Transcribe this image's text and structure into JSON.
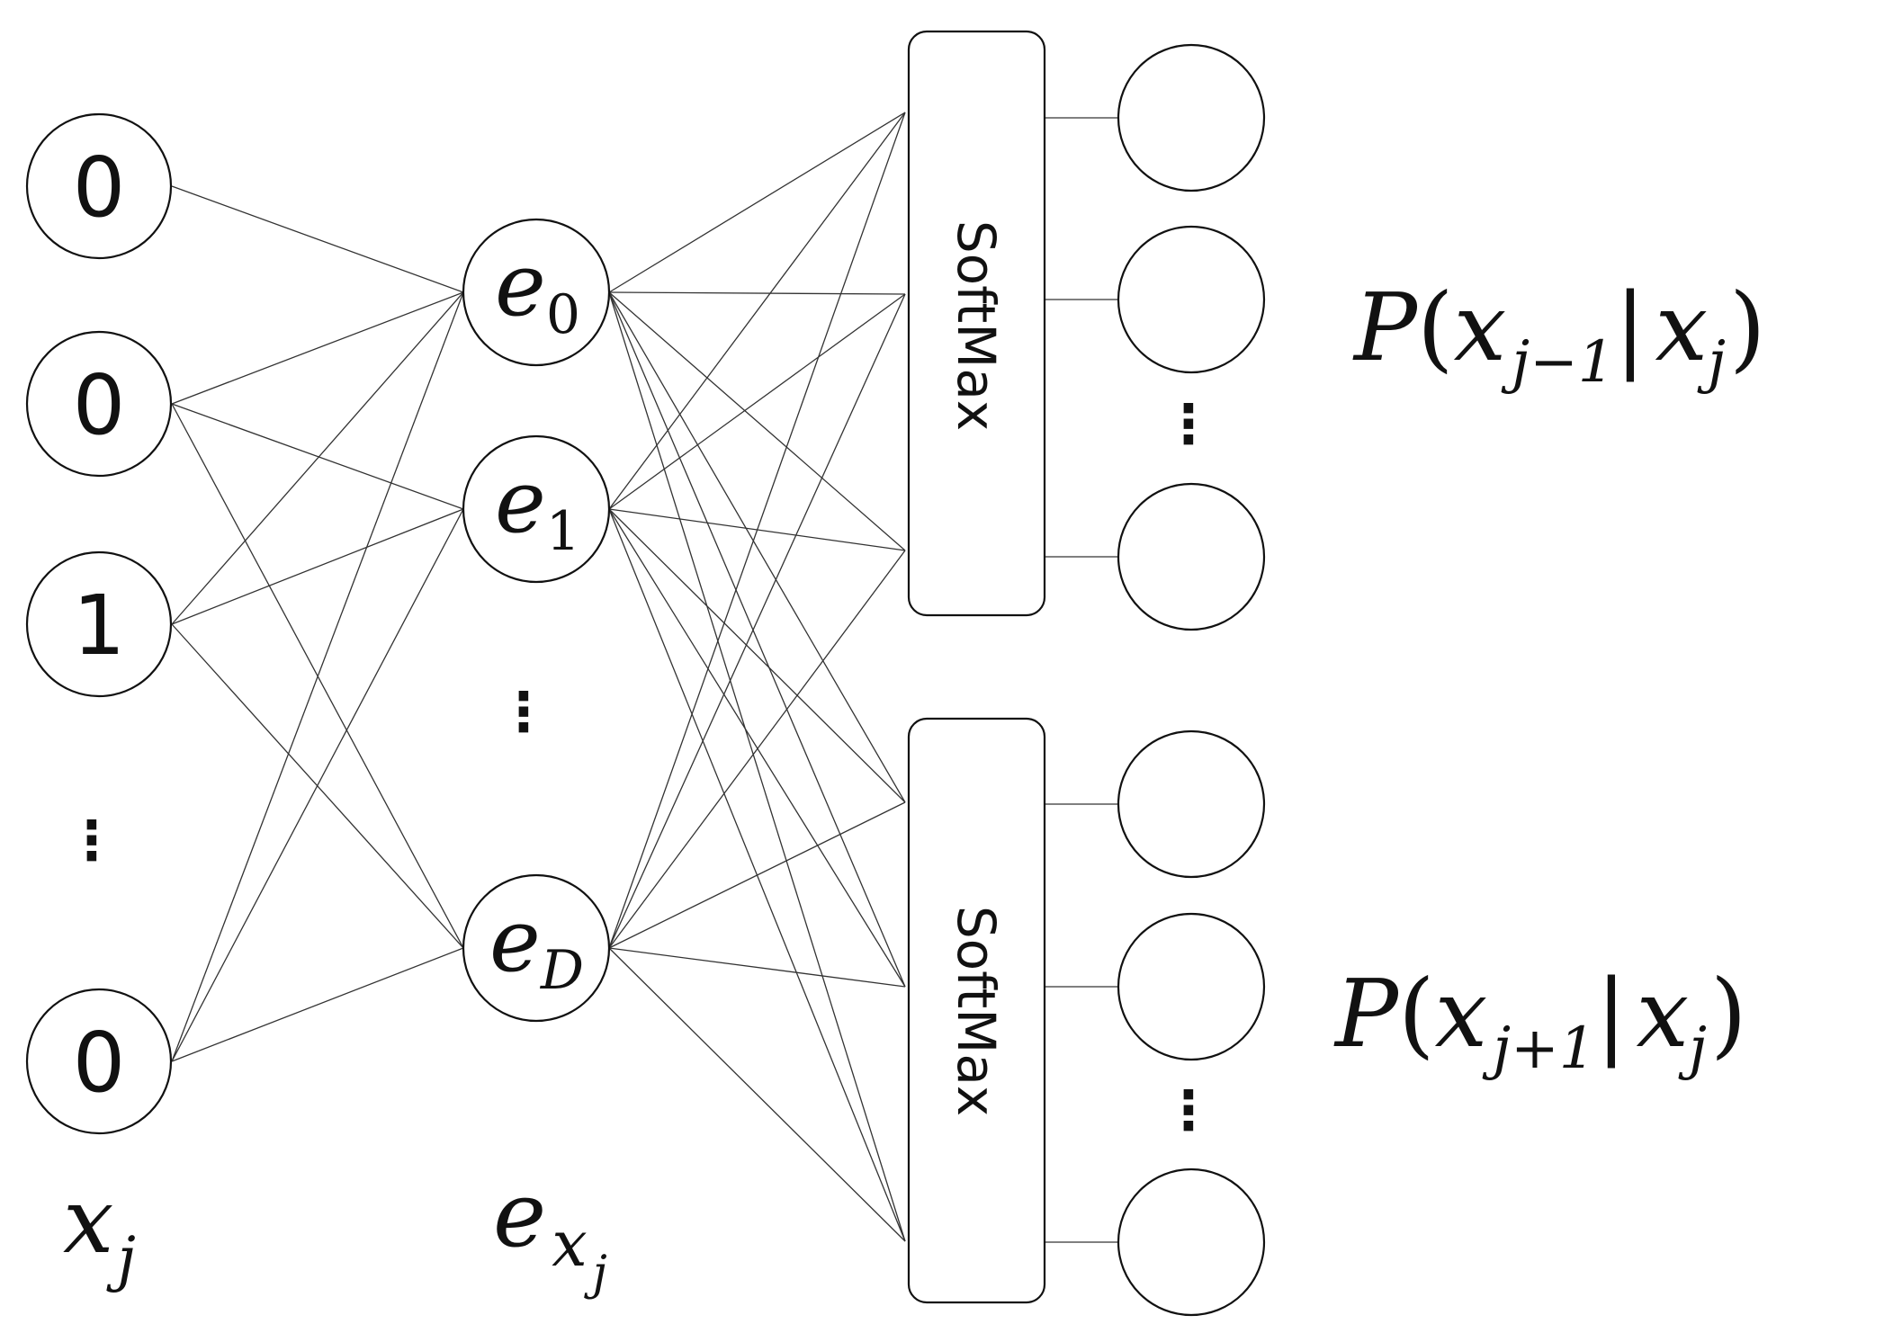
{
  "input_layer": {
    "node_values": [
      "0",
      "0",
      "1",
      "0"
    ],
    "ellipsis": "⋮",
    "label": {
      "var": "x",
      "sub": "j"
    }
  },
  "embedding_layer": {
    "nodes": [
      {
        "var": "e",
        "sub": "0"
      },
      {
        "var": "e",
        "sub": "1"
      },
      {
        "var": "e",
        "sub": "D"
      }
    ],
    "ellipsis": "⋮",
    "label": {
      "var": "e",
      "sub": "x",
      "subsub": "j"
    }
  },
  "softmax_blocks": [
    {
      "label": "SoftMax",
      "ellipsis": "⋮"
    },
    {
      "label": "SoftMax",
      "ellipsis": "⋮"
    }
  ],
  "output_labels": [
    {
      "P": "P",
      "lparen": "(",
      "x1": "x",
      "sub1": "j−1",
      "bar": "|",
      "x2": "x",
      "sub2": "j",
      "rparen": ")"
    },
    {
      "P": "P",
      "lparen": "(",
      "x1": "x",
      "sub1": "j+1",
      "bar": "|",
      "x2": "x",
      "sub2": "j",
      "rparen": ")"
    }
  ]
}
